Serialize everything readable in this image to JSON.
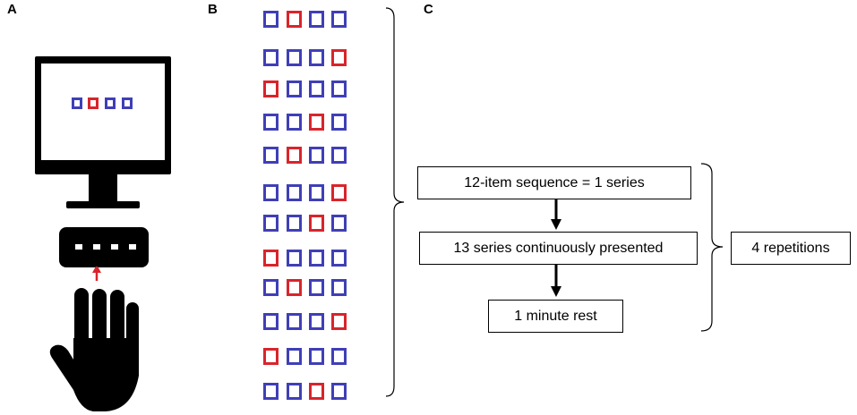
{
  "panels": {
    "a_label": "A",
    "b_label": "B",
    "c_label": "C"
  },
  "colors": {
    "blue": "#3f3fb7",
    "red": "#d9242b",
    "black": "#000000"
  },
  "icons": {
    "monitor": "computer-monitor-icon",
    "keypad": "keypad-icon",
    "hand": "hand-icon",
    "press_arrow": "arrow-up-icon"
  },
  "monitor_display": {
    "squares": [
      "blue",
      "red",
      "blue",
      "blue"
    ]
  },
  "sequence": [
    [
      "blue",
      "red",
      "blue",
      "blue"
    ],
    [
      "blue",
      "blue",
      "blue",
      "red"
    ],
    [
      "red",
      "blue",
      "blue",
      "blue"
    ],
    [
      "blue",
      "blue",
      "red",
      "blue"
    ],
    [
      "blue",
      "red",
      "blue",
      "blue"
    ],
    [
      "blue",
      "blue",
      "blue",
      "red"
    ],
    [
      "blue",
      "blue",
      "red",
      "blue"
    ],
    [
      "red",
      "blue",
      "blue",
      "blue"
    ],
    [
      "blue",
      "red",
      "blue",
      "blue"
    ],
    [
      "blue",
      "blue",
      "blue",
      "red"
    ],
    [
      "red",
      "blue",
      "blue",
      "blue"
    ],
    [
      "blue",
      "blue",
      "red",
      "blue"
    ]
  ],
  "flow": {
    "step1": "12-item sequence = 1 series",
    "step2": "13 series continuously presented",
    "step3": "1 minute rest",
    "repeat": "4 repetitions"
  }
}
